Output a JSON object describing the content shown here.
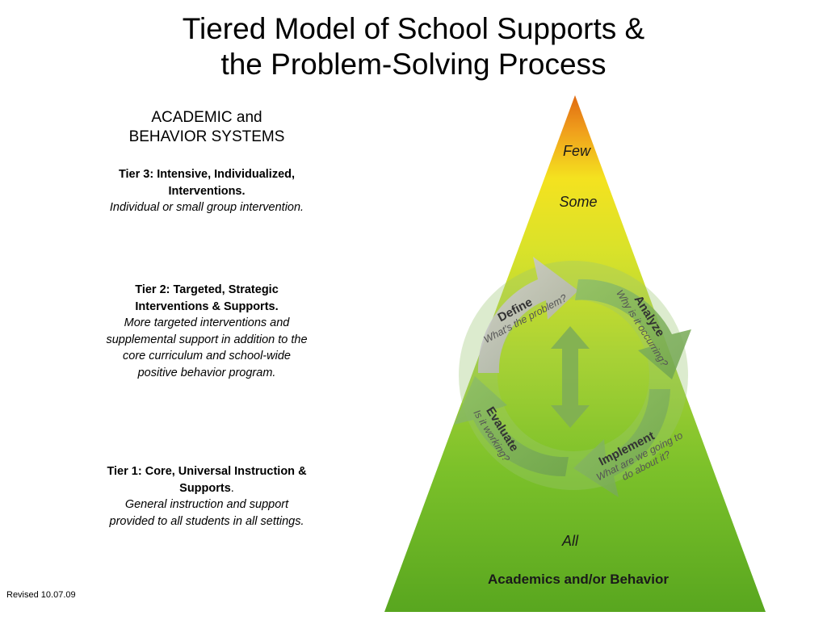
{
  "title": {
    "line1": "Tiered Model of School Supports &",
    "line2": "the Problem-Solving Process"
  },
  "systems_heading": {
    "line1": "ACADEMIC and",
    "line2": "BEHAVIOR SYSTEMS"
  },
  "tiers": [
    {
      "title": "Tier 3: Intensive, Individualized, Interventions.",
      "description": "Individual or small group intervention."
    },
    {
      "title": "Tier 2: Targeted, Strategic Interventions & Supports.",
      "description": "More targeted interventions and supplemental support in addition to the core curriculum and school-wide positive behavior program."
    },
    {
      "title": "Tier 1: Core, Universal Instruction & Supports",
      "title_suffix": ".",
      "description": "General instruction and support provided to  all students in all settings."
    }
  ],
  "pyramid": {
    "levels": [
      "Few",
      "Some",
      "All"
    ],
    "base_label": "Academics and/or Behavior",
    "colors": {
      "top": "#e8841a",
      "upper": "#f2e21e",
      "middle": "#b5d634",
      "bottom": "#5fae23",
      "arrow": "#b8b8b8"
    }
  },
  "cycle": [
    {
      "step": "Define",
      "question": "What's the problem?"
    },
    {
      "step": "Analyze",
      "question": "Why is it occurring?"
    },
    {
      "step": "Implement",
      "question_line1": "What are we going to",
      "question_line2": "do about it?"
    },
    {
      "step": "Evaluate",
      "question": "Is it working?"
    }
  ],
  "footer": {
    "revised": "Revised 10.07.09"
  }
}
